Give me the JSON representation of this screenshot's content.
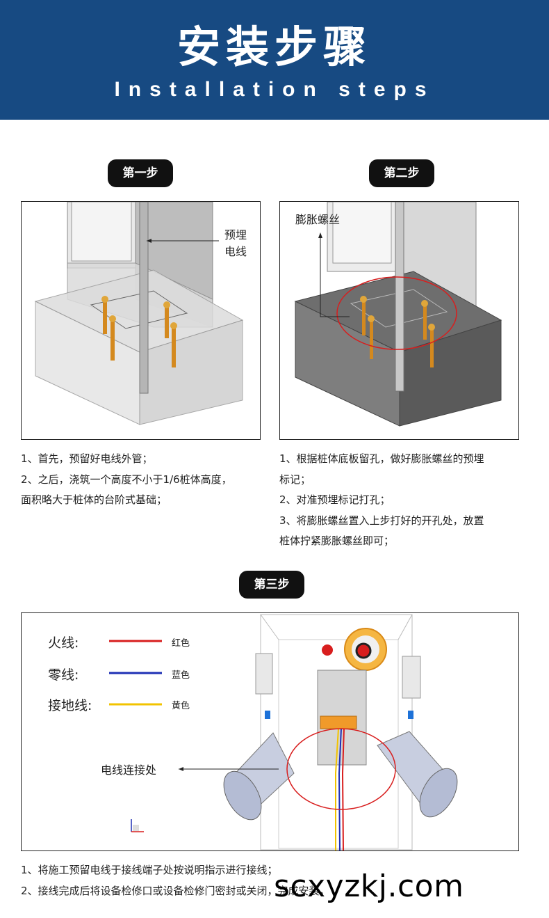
{
  "header": {
    "title": "安装步骤",
    "subtitle": "Installation steps"
  },
  "step1": {
    "label": "第一步",
    "callout_line1": "预埋",
    "callout_line2": "电线",
    "notes": [
      "1、首先，预留好电线外管；",
      "2、之后，浇筑一个高度不小于1/6桩体高度，",
      "面积略大于桩体的台阶式基础；"
    ]
  },
  "step2": {
    "label": "第二步",
    "callout": "膨胀螺丝",
    "notes": [
      "1、根据桩体底板留孔，做好膨胀螺丝的预埋",
      "标记；",
      "2、对准预埋标记打孔；",
      "3、将膨胀螺丝置入上步打好的开孔处，放置",
      "桩体拧紧膨胀螺丝即可；"
    ]
  },
  "step3": {
    "label": "第三步",
    "legend": [
      {
        "name": "火线:",
        "color_name": "红色",
        "color": "#d81e1e"
      },
      {
        "name": "零线:",
        "color_name": "蓝色",
        "color": "#1e2fb4"
      },
      {
        "name": "接地线:",
        "color_name": "黄色",
        "color": "#f2c300"
      }
    ],
    "callout": "电线连接处",
    "notes": [
      "1、将施工预留电线于接线端子处按说明指示进行接线；",
      "2、接线完成后将设备检修口或设备检修门密封或关闭，完成安装。"
    ]
  },
  "watermark": "scxyzkj.com"
}
